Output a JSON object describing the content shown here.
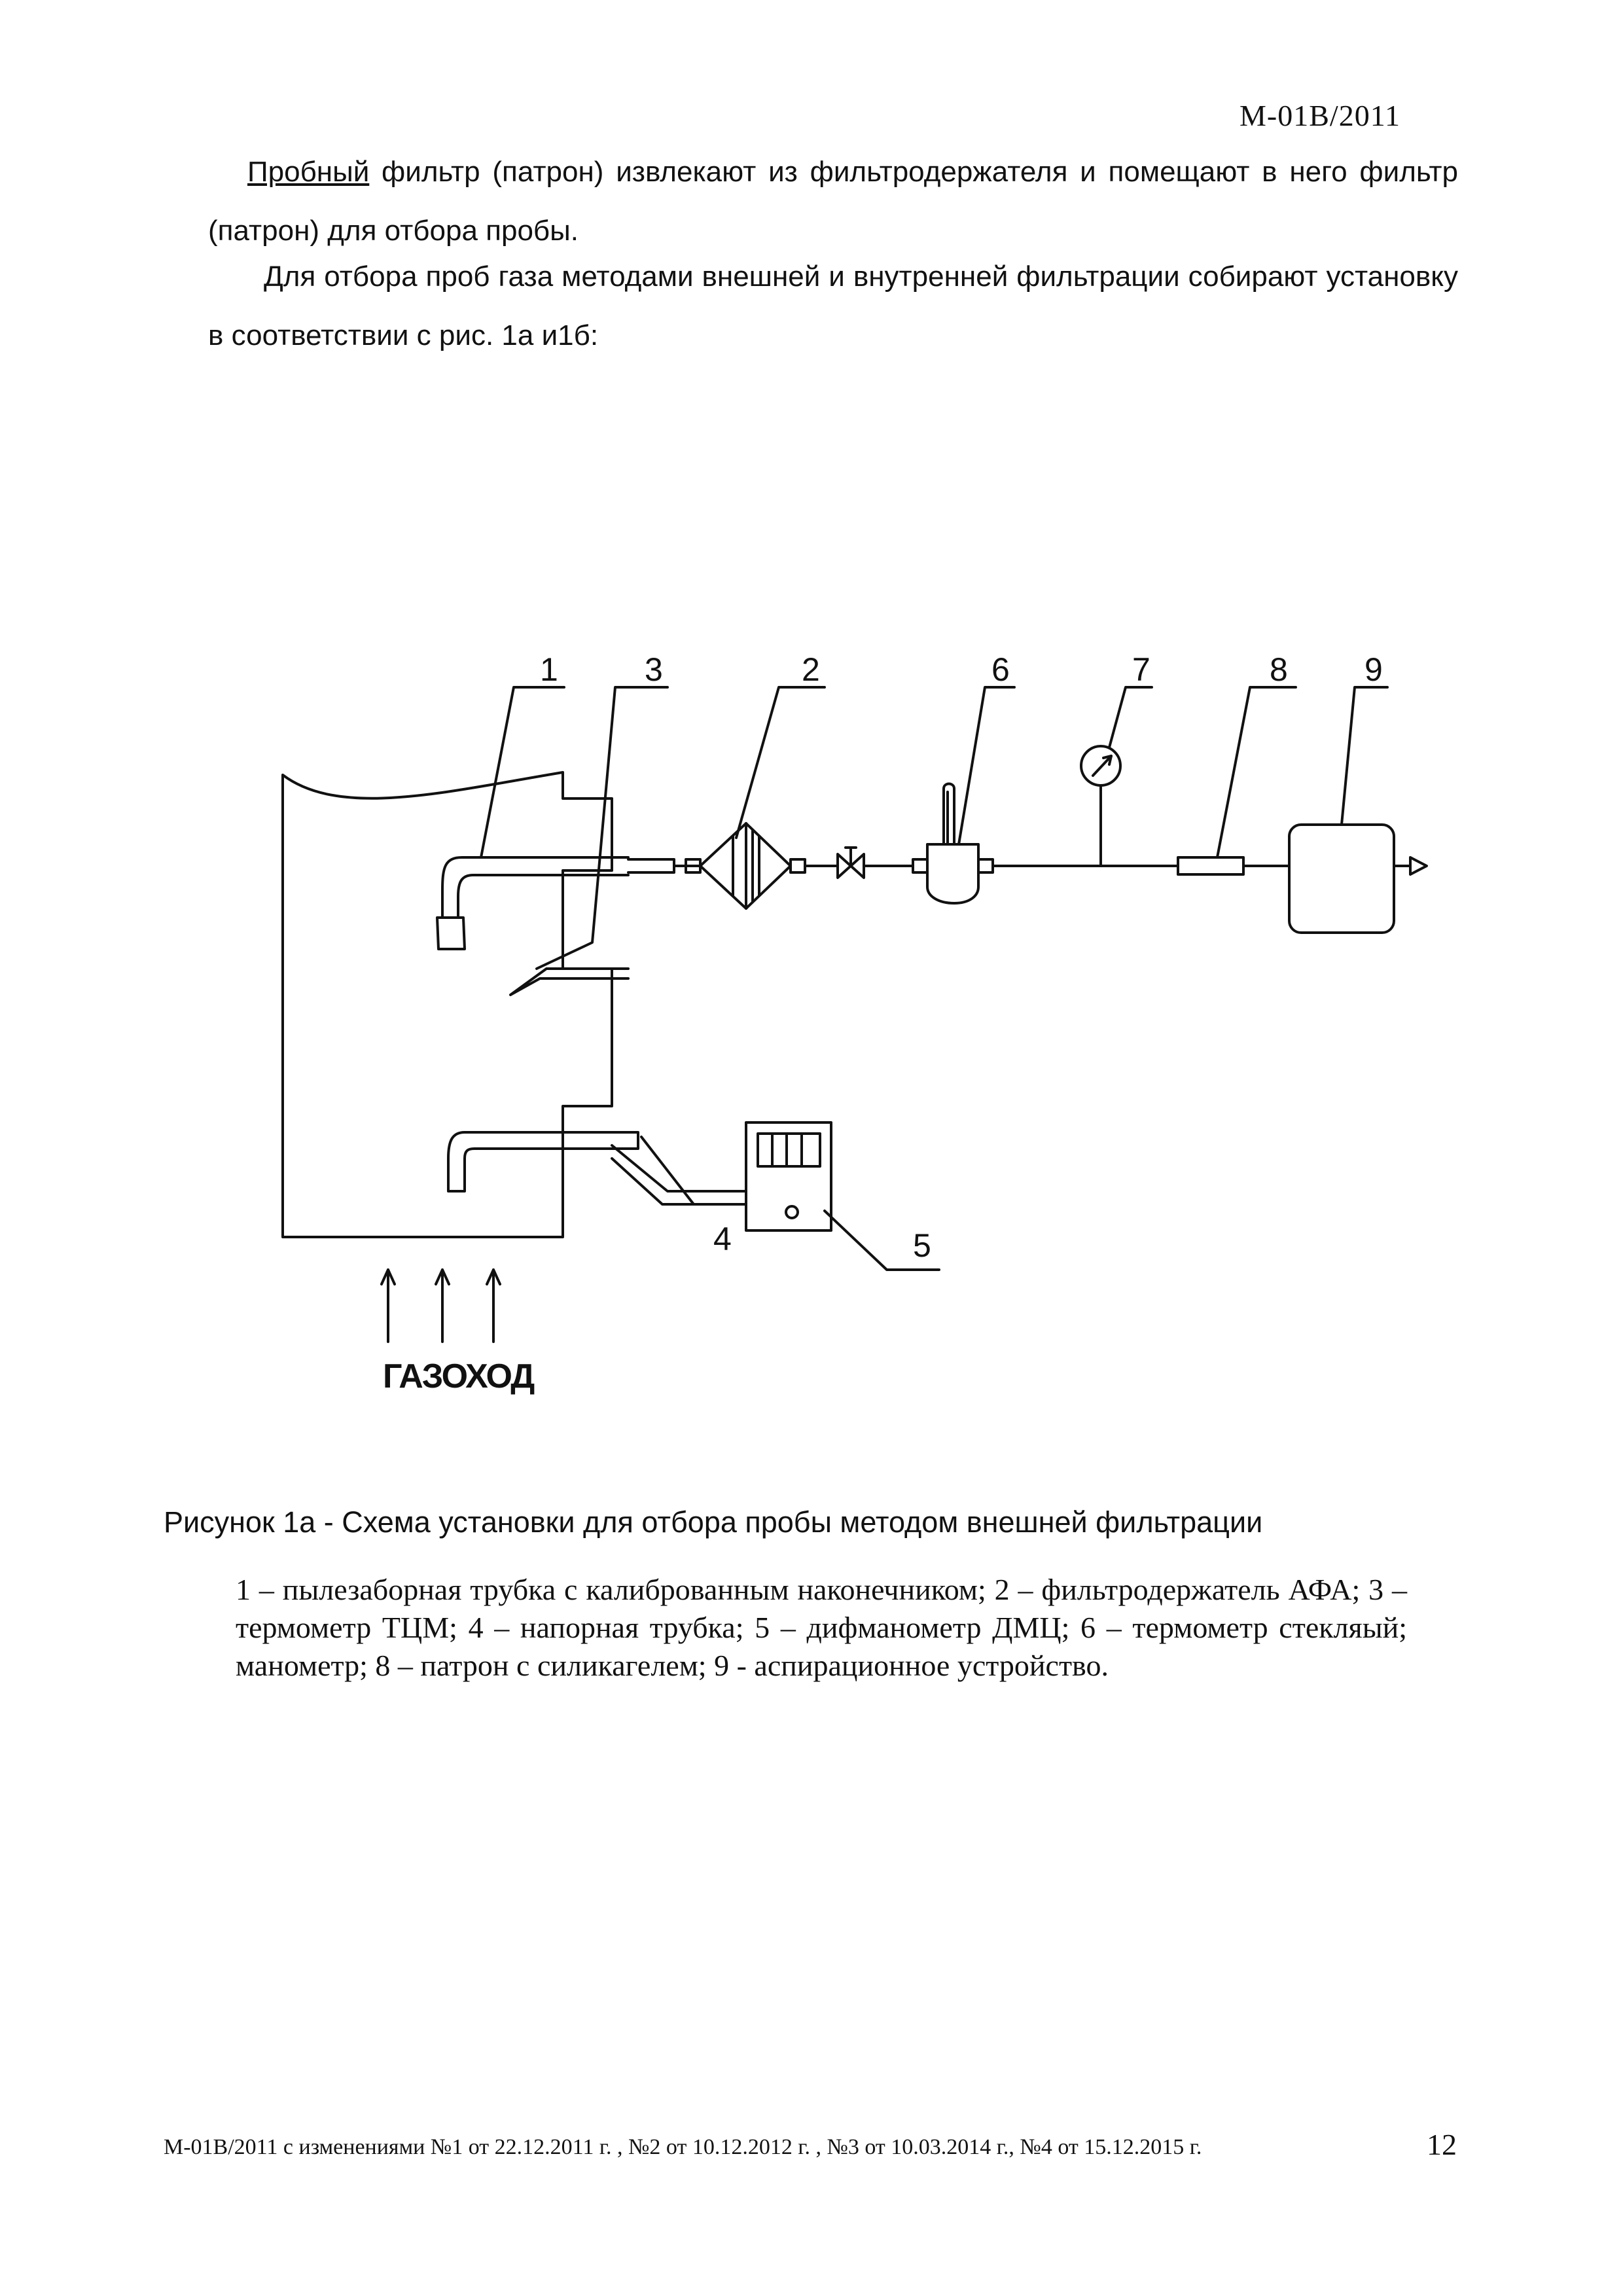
{
  "header": {
    "doc_code": "М-01В/2011"
  },
  "paragraphs": {
    "p1_underlined": "Пробный",
    "p1_rest": " фильтр (патрон) извлекают из фильтродержателя и помещают в него фильтр (патрон) для отбора пробы.",
    "p2": "Для отбора проб газа методами внешней и внутренней фильтрации собирают установку в соответствии с рис. 1а и1б:"
  },
  "diagram": {
    "labels": {
      "n1": "1",
      "n2": "2",
      "n3": "3",
      "n4": "4",
      "n5": "5",
      "n6": "6",
      "n7": "7",
      "n8": "8",
      "n9": "9"
    },
    "gas_duct": "ГАЗОХОД"
  },
  "caption": "Рисунок 1а -  Схема установки для отбора пробы  методом внешней фильтрации",
  "legend": "1 – пылезаборная трубка с калиброванным наконечником; 2 – фильтродержатель АФА;  3 – термометр ТЦМ; 4 – напорная   трубка;   5 – дифманометр ДМЦ;   6 – термометр стекляый; манометр; 8 – патрон с силикагелем;  9 - аспирационное устройство.",
  "footer": {
    "revisions": "М-01В/2011 с изменениями №1 от 22.12.2011 г. , №2 от 10.12.2012 г. , №3 от 10.03.2014 г., №4 от 15.12.2015 г.",
    "page_number": "12"
  }
}
